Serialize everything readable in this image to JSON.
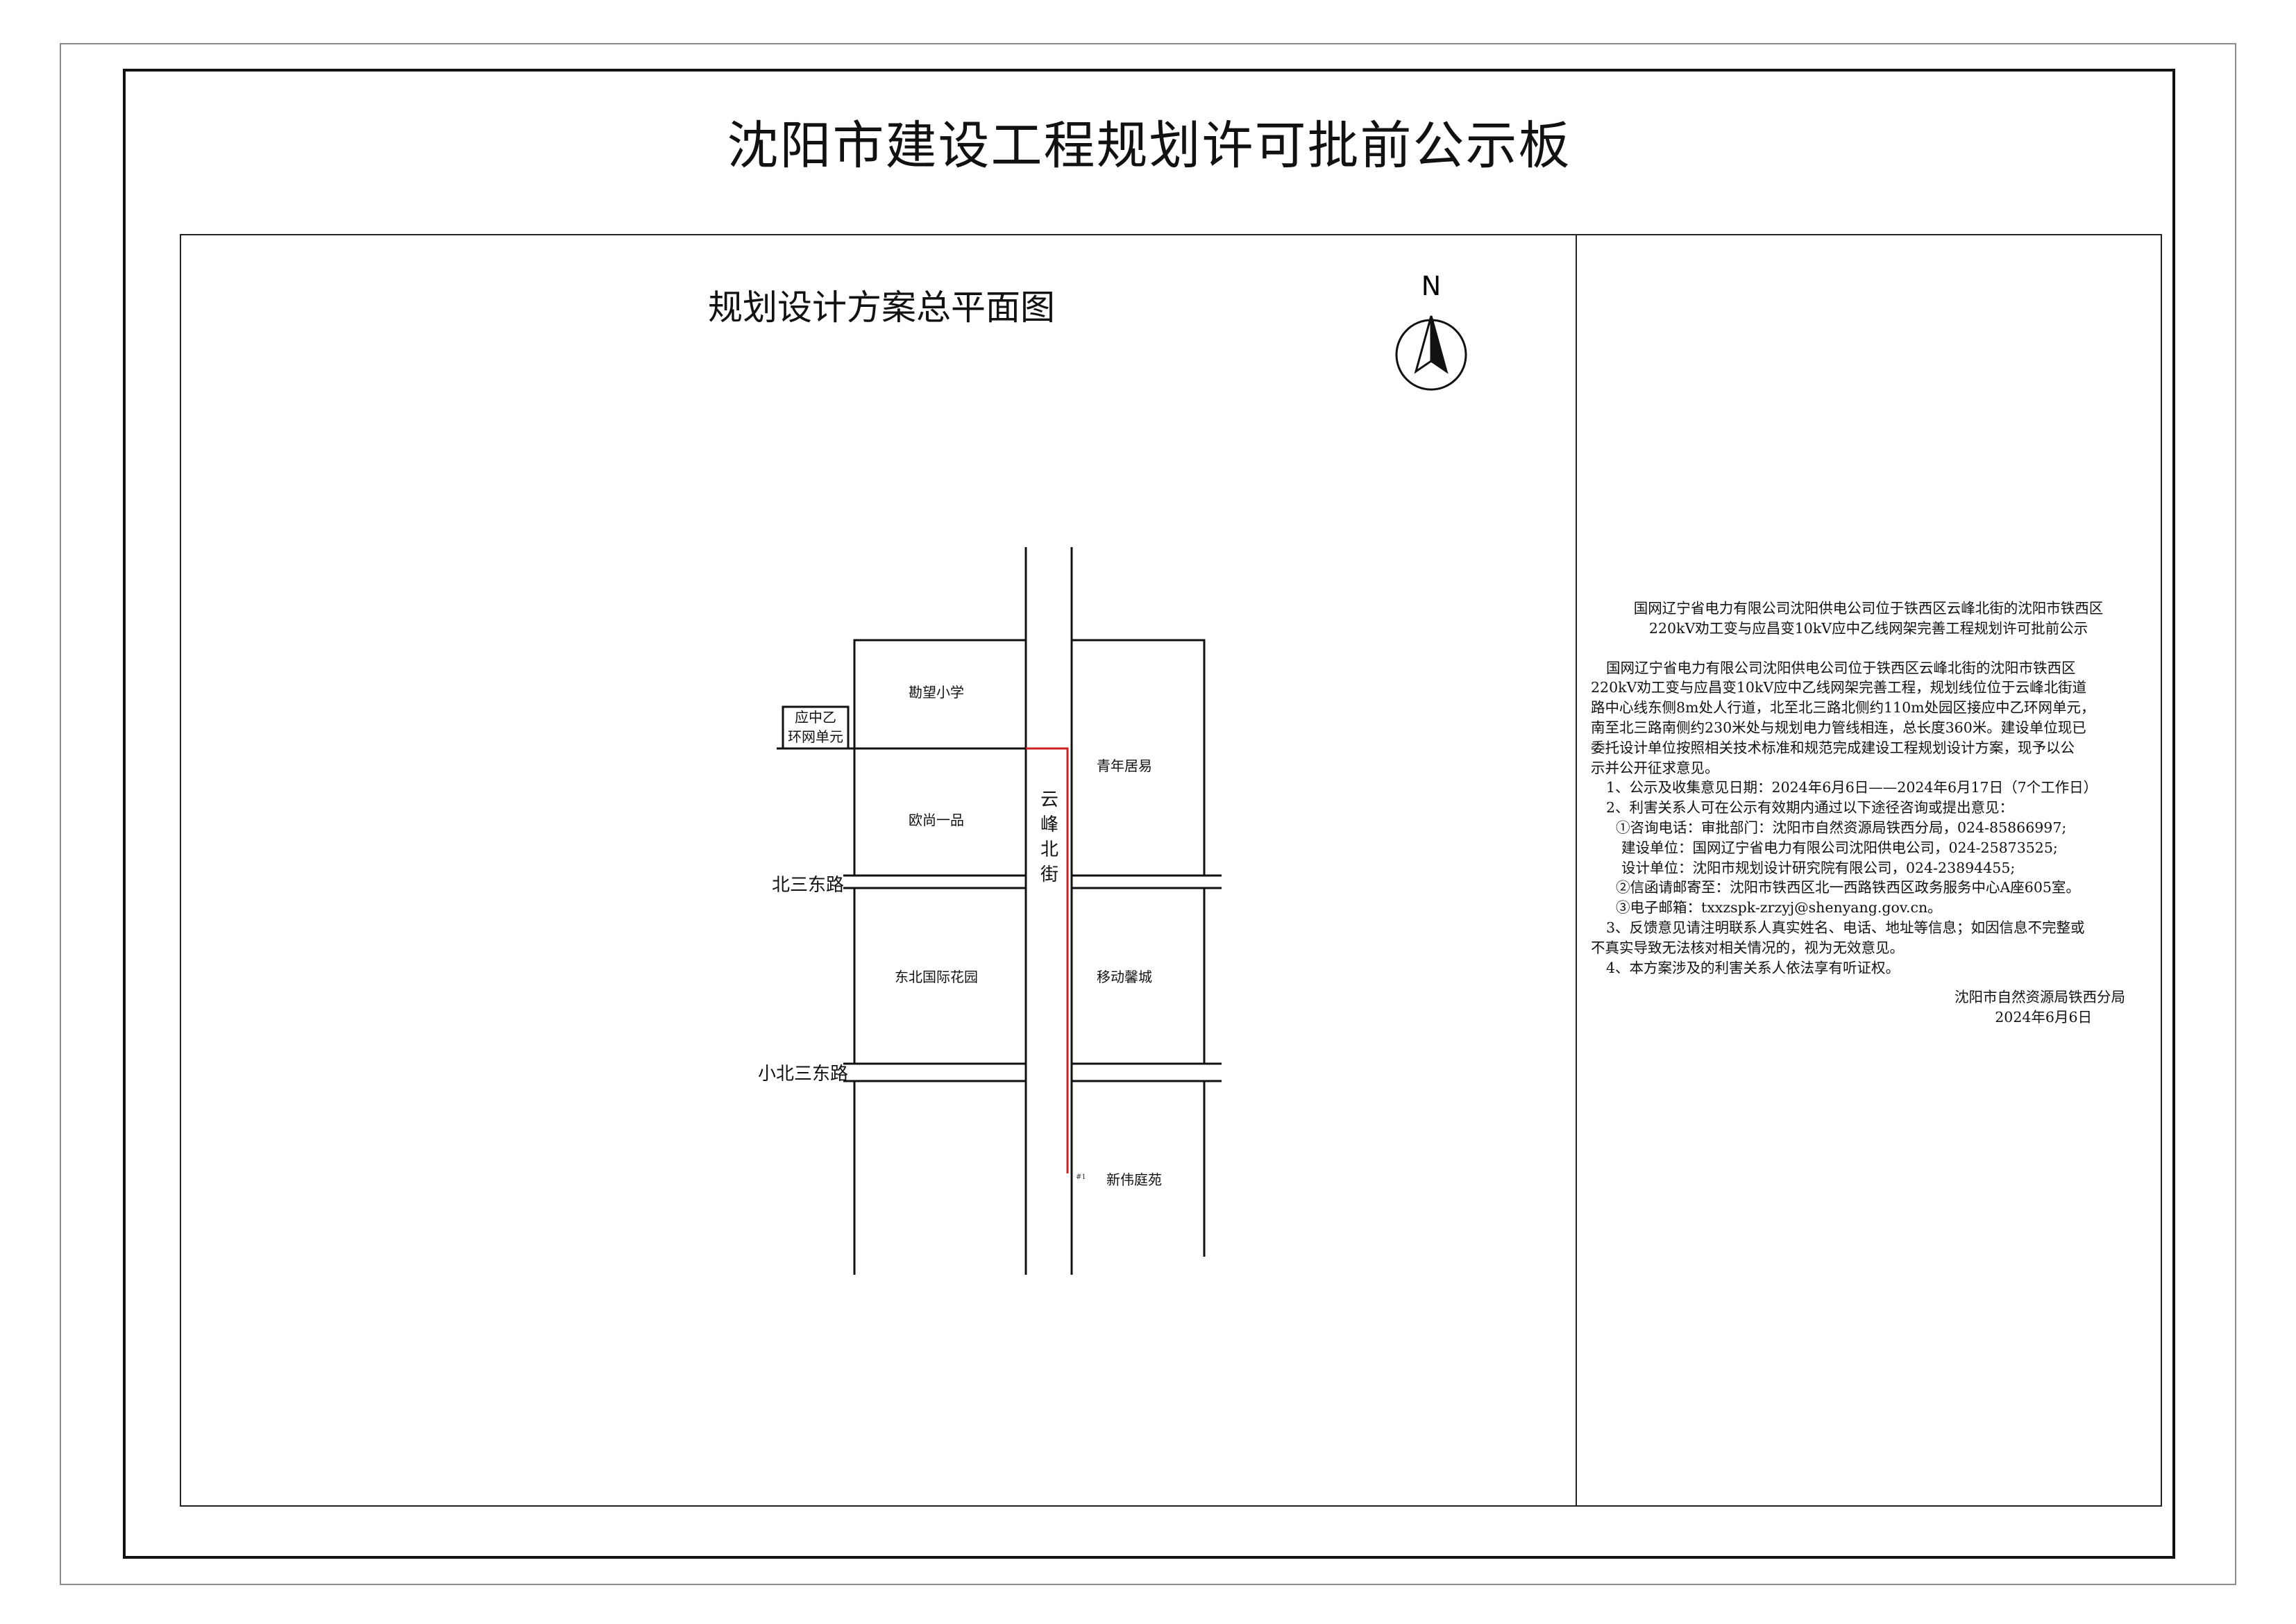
{
  "page": {
    "title": "沈阳市建设工程规划许可批前公示板"
  },
  "plan": {
    "title": "规划设计方案总平面图",
    "north_label": "N",
    "labels": {
      "school": "勘望小学",
      "ring_unit_line1": "应中乙",
      "ring_unit_line2": "环网单元",
      "oushang": "欧尚一品",
      "youth": "青年居易",
      "street_c1": "云",
      "street_c2": "峰",
      "street_c3": "北",
      "street_c4": "街",
      "road_bei3": "北三东路",
      "road_xiaobei3": "小北三东路",
      "dongbei_garden": "东北国际花园",
      "mobile_city": "移动馨城",
      "xinwei": "新伟庭苑",
      "point_mark": "#1"
    },
    "route_color": "#cc2222"
  },
  "notice": {
    "heading_line1": "国网辽宁省电力有限公司沈阳供电公司位于铁西区云峰北街的沈阳市铁西区",
    "heading_line2": "220kV劝工变与应昌变10kV应中乙线网架完善工程规划许可批前公示",
    "body_line1": "国网辽宁省电力有限公司沈阳供电公司位于铁西区云峰北街的沈阳市铁西区",
    "body_line2": "220kV劝工变与应昌变10kV应中乙线网架完善工程，规划线位位于云峰北街道",
    "body_line3": "路中心线东侧8m处人行道，北至北三路北侧约110m处园区接应中乙环网单元，",
    "body_line4": "南至北三路南侧约230米处与规划电力管线相连，总长度360米。建设单位现已",
    "body_line5": "委托设计单位按照相关技术标准和规范完成建设工程规划设计方案，现予以公",
    "body_line6": "示并公开征求意见。",
    "item1": "1、公示及收集意见日期：2024年6月6日——2024年6月17日（7个工作日）",
    "item2": "2、利害关系人可在公示有效期内通过以下途径咨询或提出意见：",
    "item2_a": "①咨询电话：审批部门：沈阳市自然资源局铁西分局，024-85866997;",
    "item2_b": "建设单位：国网辽宁省电力有限公司沈阳供电公司，024-25873525;",
    "item2_c": "设计单位：沈阳市规划设计研究院有限公司，024-23894455;",
    "item2_d": "②信函请邮寄至：沈阳市铁西区北一西路铁西区政务服务中心A座605室。",
    "item2_e": "③电子邮箱：txxzspk-zrzyj@shenyang.gov.cn。",
    "item3_line1": "3、反馈意见请注明联系人真实姓名、电话、地址等信息；如因信息不完整或",
    "item3_line2": "不真实导致无法核对相关情况的，视为无效意见。",
    "item4": "4、本方案涉及的利害关系人依法享有听证权。",
    "signature": "沈阳市自然资源局铁西分局",
    "date": "2024年6月6日"
  }
}
